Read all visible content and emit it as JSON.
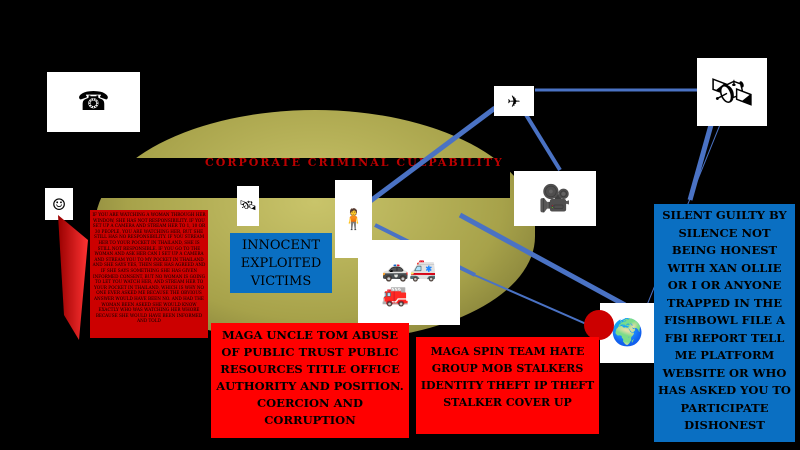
{
  "title": "CORPORATE CRIMINAL CULPABILITY",
  "paragraph": "If you are watching a woman through her window, she has not responsibility. If you set up a camera and stream her to 1, 10 or 30 people, you are watching her, but she still has no responsibility. If you stream her to your pocket in Thailand, she is still not responsible. If you go to the woman and ask her can I set up a camera and stream you to my pocket in Thailand and she says yes, then she has agreed and if she says something she has given informed consent, but no woman is going to let you watch her, and stream her to your pocket in Thailand, which is why no one ever asked me because the obvious answer would have been no. And had the woman been asked she would know exactly who was watching her whore because she would have been informed and told",
  "victims_label": "Innocent Exploited Victims",
  "maga_abuse": "MAGA Uncle Tom abuse of public trust public resources title office authority and position. Coercion and corruption",
  "maga_spin": "MAGA spin team hate group mob stalkers identity theft IP theft stalker cover up",
  "silent": "Silent guilty by silence not being honest with Xan Ollie or I or anyone trapped in the fishbowl file a FBI report tell me platform website or who has asked you to participate dishonest",
  "colors": {
    "red": "#ff0000",
    "blue": "#0a6fc2",
    "lines": "#4a72c4"
  }
}
